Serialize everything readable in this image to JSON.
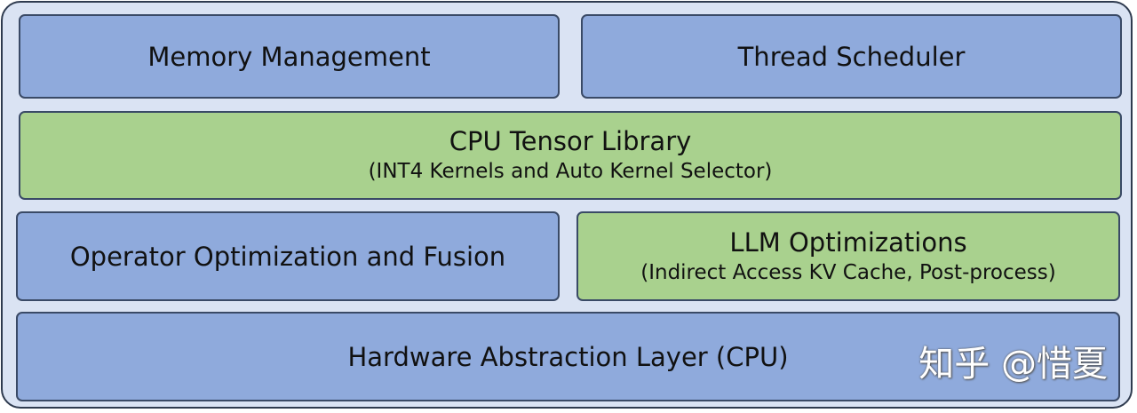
{
  "boxes": {
    "memory_management": {
      "title": "Memory Management"
    },
    "thread_scheduler": {
      "title": "Thread Scheduler"
    },
    "cpu_tensor_library": {
      "title": "CPU Tensor Library",
      "subtitle": "(INT4 Kernels and Auto Kernel Selector)"
    },
    "operator_optimization": {
      "title": "Operator Optimization and Fusion"
    },
    "llm_optimizations": {
      "title": "LLM Optimizations",
      "subtitle": "(Indirect Access KV Cache, Post-process)"
    },
    "hardware_abstraction": {
      "title": "Hardware Abstraction Layer (CPU)"
    }
  },
  "watermark": "知乎 @惜夏",
  "colors": {
    "background": "#dae3f3",
    "blue_box": "#8faadc",
    "green_box": "#a9d18e",
    "border": "#3a4a66"
  }
}
